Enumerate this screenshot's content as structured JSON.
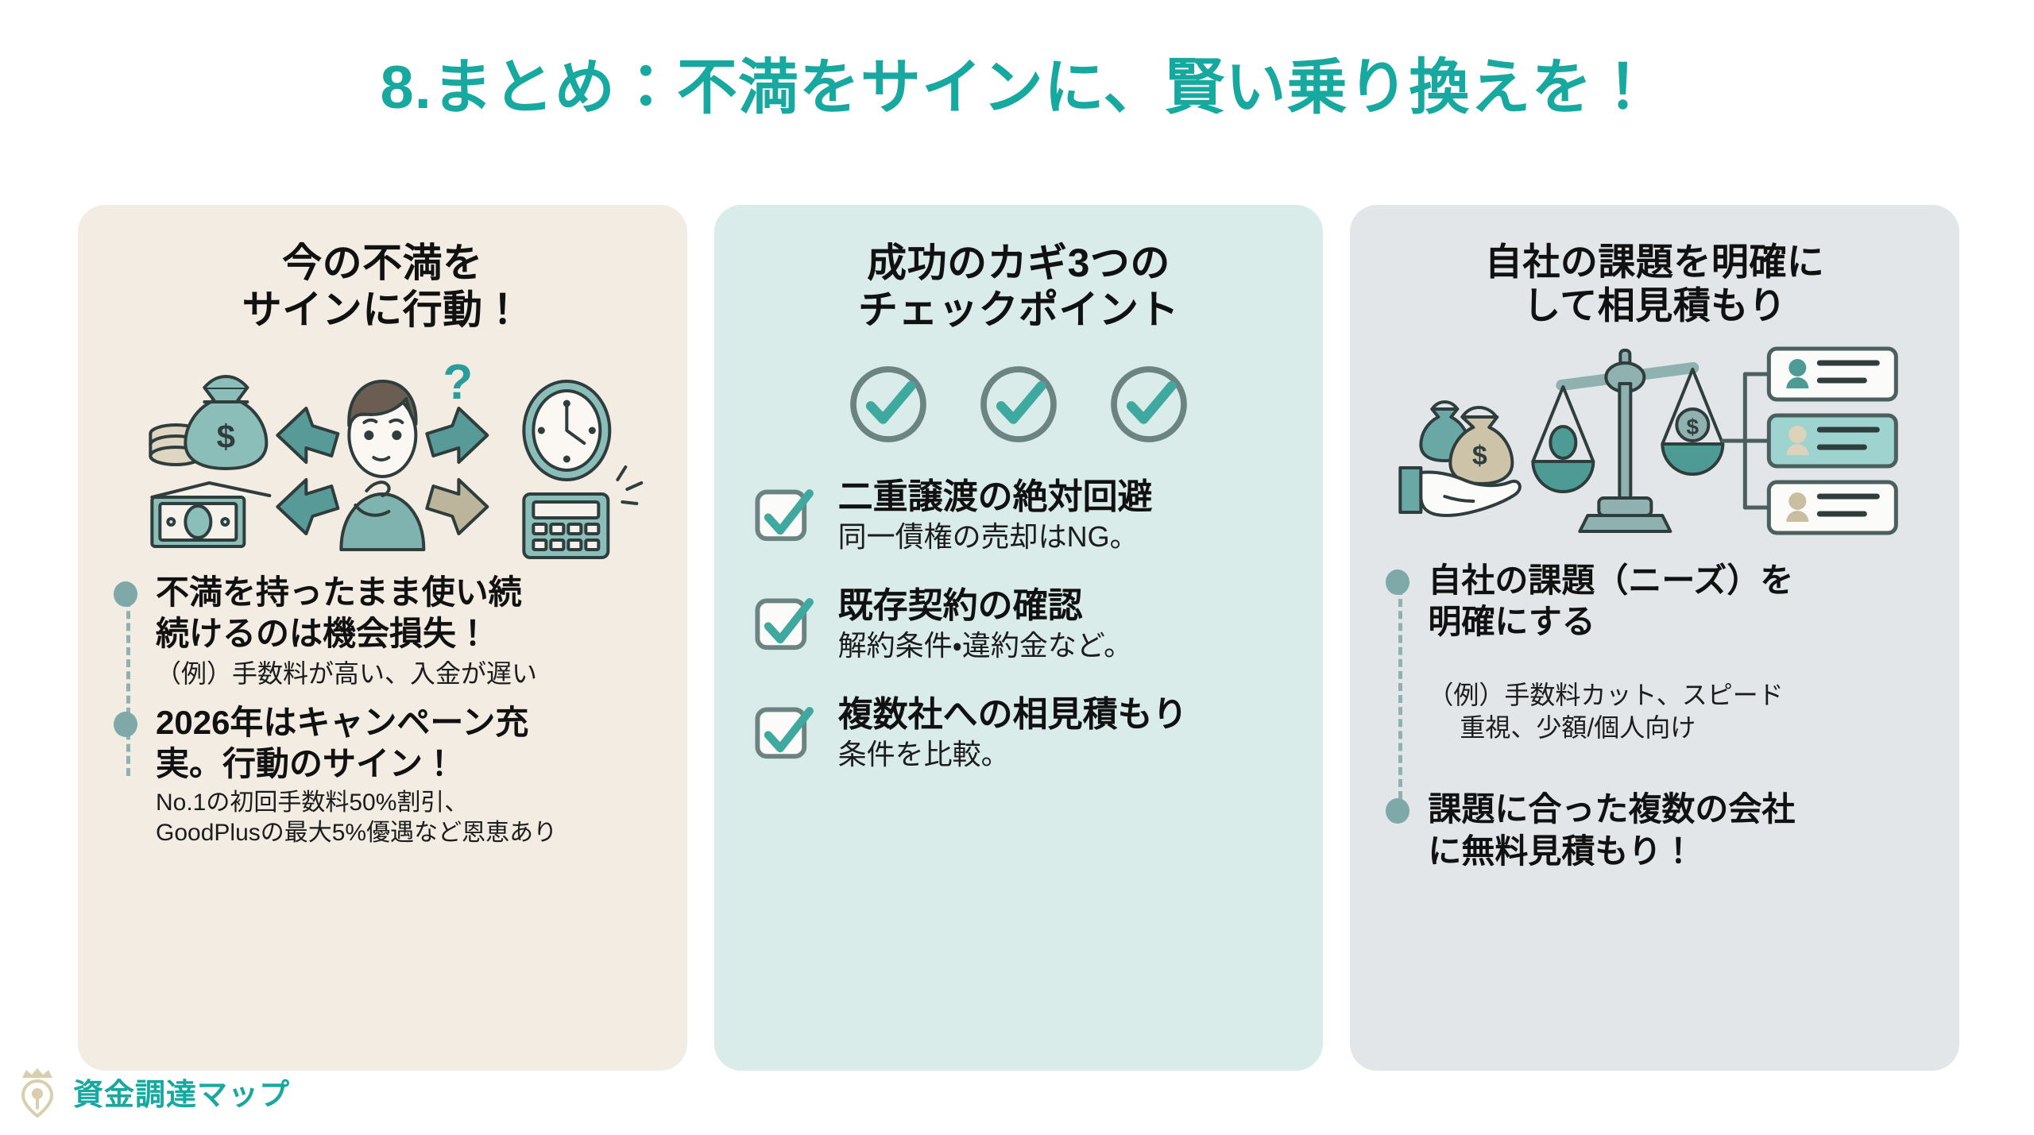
{
  "slide": {
    "title": "8.まとめ：不満をサインに、賢い乗り換えを！",
    "title_color": "#17a8a0",
    "background": "#ffffff"
  },
  "cards": [
    {
      "id": "card-current-dissatisfaction",
      "background": "#f3ece3",
      "title": "今の不満を\nサインに行動！",
      "illustration": "thinking-person-money-clock-calculator",
      "bullets": [
        {
          "main": "不満を持ったまま使い続\n続けるのは機会損失！",
          "sub": "（例）手数料が高い、入金が遅い"
        },
        {
          "main": "2026年はキャンペーン充\n実。行動のサイン！",
          "sub": "No.1の初回手数料50%割引、\nGoodPlusの最大5%優遇など恩恵あり"
        }
      ]
    },
    {
      "id": "card-success-keys",
      "background": "#d9ecea",
      "title": "成功のカギ3つの\nチェックポイント",
      "illustration": "three-check-circles",
      "checks": [
        {
          "main": "二重譲渡の絶対回避",
          "sub": "同一債権の売却はNG。"
        },
        {
          "main": "既存契約の確認",
          "sub": "解約条件・違約金など。"
        },
        {
          "main": "複数社への相見積もり",
          "sub": "条件を比較。"
        }
      ]
    },
    {
      "id": "card-clarify-needs",
      "background": "#e2e6e8",
      "title": "自社の課題を明確に\nして相見積もり",
      "illustration": "hand-moneybags-scale-profile-cards",
      "bullets": [
        {
          "main": "自社の課題（ニーズ）を\n明確にする",
          "sub": "（例）手数料カット、スピード",
          "sub2": "重視、少額/個人向け"
        },
        {
          "main": "課題に合った複数の会社\nに無料見積もり！",
          "sub": ""
        }
      ]
    }
  ],
  "logo": {
    "text": "資金調達マップ",
    "color": "#17a8a0",
    "mark": "crowned-map-pin-icon"
  },
  "palette": {
    "accent_teal": "#17a8a0",
    "illus_teal": "#6aa8a5",
    "illus_dark": "#3c5453",
    "illus_tan": "#c9bfa6",
    "bullet_dot": "#7fa8a8",
    "dashed_line": "#8fb2b0"
  }
}
